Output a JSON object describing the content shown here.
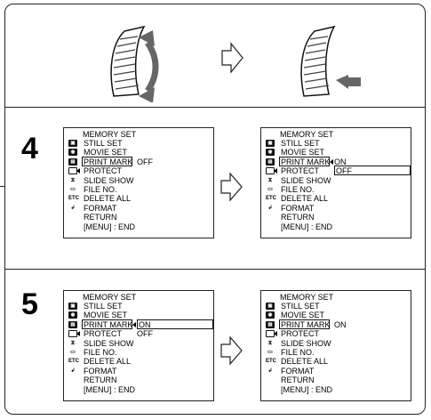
{
  "steps": [
    {
      "number": "4"
    },
    {
      "number": "5"
    }
  ],
  "menu": {
    "title": "MEMORY SET",
    "items": [
      "STILL SET",
      "MOVIE SET",
      "PRINT MARK",
      "PROTECT",
      "SLIDE SHOW",
      "FILE NO.",
      "DELETE ALL",
      "FORMAT",
      "RETURN"
    ],
    "footer": "[MENU] : END",
    "icons": [
      "still-set-icon",
      "movie-set-icon",
      "print-icon",
      "protect-icon",
      "slide-show-icon",
      "file-icon",
      "etc-icon",
      "return-icon"
    ],
    "icon_text": {
      "etc": "ETC"
    }
  },
  "screens": {
    "s4a": {
      "value": "OFF"
    },
    "s4b": {
      "options": [
        "ON",
        "OFF"
      ]
    },
    "s5a": {
      "options": [
        "ON",
        "OFF"
      ]
    },
    "s5b": {
      "value": "ON"
    }
  }
}
